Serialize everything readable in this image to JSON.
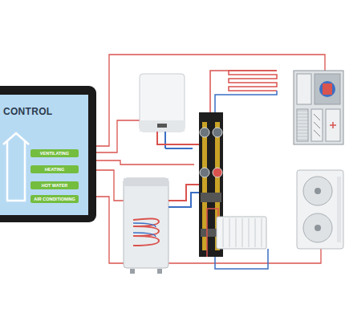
{
  "diagram": {
    "nodes": [
      {
        "text": [
          "CONTROL"
        ]
      },
      {
        "text": [
          "VENTILATING"
        ],
        "in": 0
      },
      {
        "text": [
          "HEATING"
        ],
        "in": 0
      },
      {
        "text": [
          "HOT WATER"
        ],
        "in": 0
      },
      {
        "text": [
          "AIR CONDITIONING"
        ],
        "in": 0
      }
    ]
  }
}
